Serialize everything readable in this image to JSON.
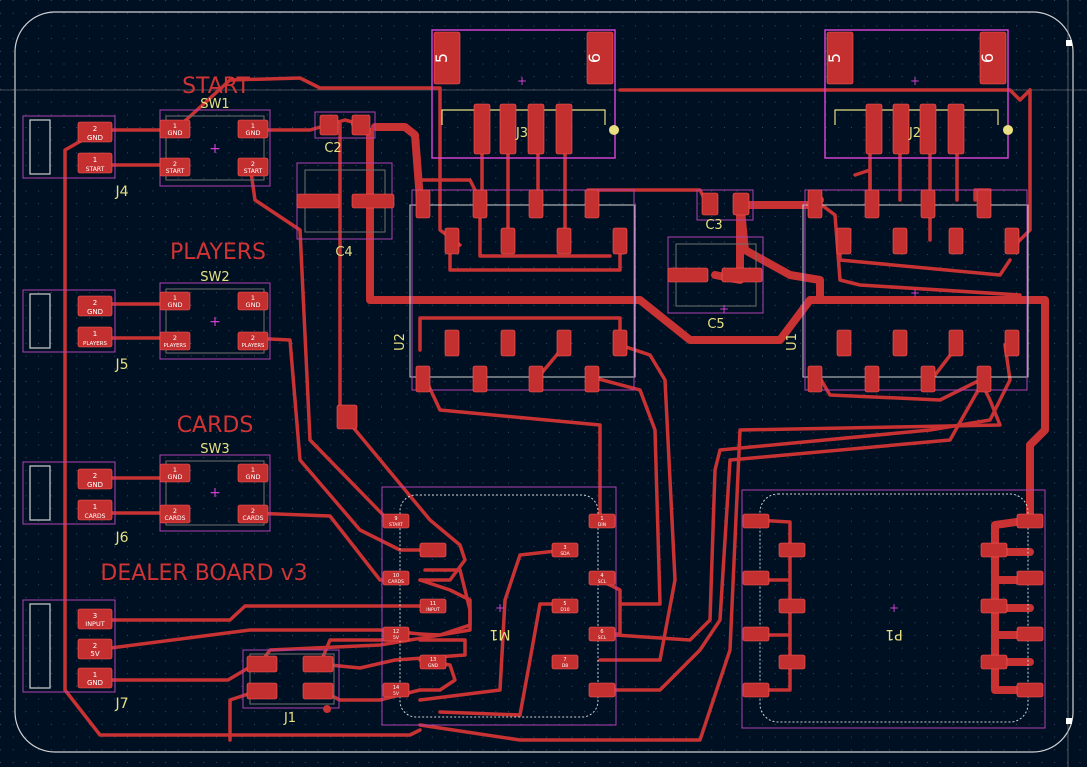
{
  "board": {
    "title": "DEALER BOARD v3",
    "colors": {
      "background": "#001023",
      "copper": "#c83232",
      "silkscreen": "#e8e080",
      "courtyard": "#b042b0",
      "title_text": "#d03434"
    }
  },
  "labels": {
    "start": "START",
    "players": "PLAYERS",
    "cards": "CARDS"
  },
  "refs": {
    "sw1": "SW1",
    "sw2": "SW2",
    "sw3": "SW3",
    "j1": "J1",
    "j2": "J2",
    "j3": "J3",
    "j4": "J4",
    "j5": "J5",
    "j6": "J6",
    "j7": "J7",
    "u1": "U1",
    "u2": "U2",
    "c2": "C2",
    "c3": "C3",
    "c4": "C4",
    "c5": "C5",
    "m1": "M1",
    "p1": "P1"
  },
  "connector_pins": {
    "j4": [
      {
        "num": "2",
        "net": "GND"
      },
      {
        "num": "1",
        "net": "START"
      }
    ],
    "j5": [
      {
        "num": "2",
        "net": "GND"
      },
      {
        "num": "1",
        "net": "PLAYERS"
      }
    ],
    "j6": [
      {
        "num": "2",
        "net": "GND"
      },
      {
        "num": "1",
        "net": "CARDS"
      }
    ],
    "j7": [
      {
        "num": "3",
        "net": "INPUT"
      },
      {
        "num": "2",
        "net": "5V"
      },
      {
        "num": "1",
        "net": "GND"
      }
    ],
    "j3_pins": {
      "left": "5",
      "right": "6"
    },
    "j2_pins": {
      "left": "5",
      "right": "6"
    }
  },
  "switch_pads": {
    "sw1": [
      {
        "num": "1",
        "net": "GND"
      },
      {
        "num": "1",
        "net": "GND"
      },
      {
        "num": "2",
        "net": "START"
      },
      {
        "num": "2",
        "net": "START"
      }
    ],
    "sw2": [
      {
        "num": "1",
        "net": "GND"
      },
      {
        "num": "1",
        "net": "GND"
      },
      {
        "num": "2",
        "net": "PLAYERS"
      },
      {
        "num": "2",
        "net": "PLAYERS"
      }
    ],
    "sw3": [
      {
        "num": "1",
        "net": "GND"
      },
      {
        "num": "1",
        "net": "GND"
      },
      {
        "num": "2",
        "net": "CARDS"
      },
      {
        "num": "2",
        "net": "CARDS"
      }
    ]
  },
  "module_pads": {
    "m1_left": [
      {
        "num": "9",
        "net": "START"
      },
      {
        "num": "10",
        "net": "CARDS"
      },
      {
        "num": "11",
        "net": "INPUT"
      },
      {
        "num": "12",
        "net": "5V"
      },
      {
        "num": "13",
        "net": "GND"
      },
      {
        "num": "14",
        "net": "5V"
      }
    ],
    "m1_right": [
      {
        "num": "1",
        "net": "DIN"
      },
      {
        "num": "3",
        "net": "SDA"
      },
      {
        "num": "4",
        "net": "SCL"
      },
      {
        "num": "5",
        "net": "D10"
      },
      {
        "num": "6",
        "net": "SCL"
      },
      {
        "num": "7",
        "net": "D8"
      }
    ]
  }
}
